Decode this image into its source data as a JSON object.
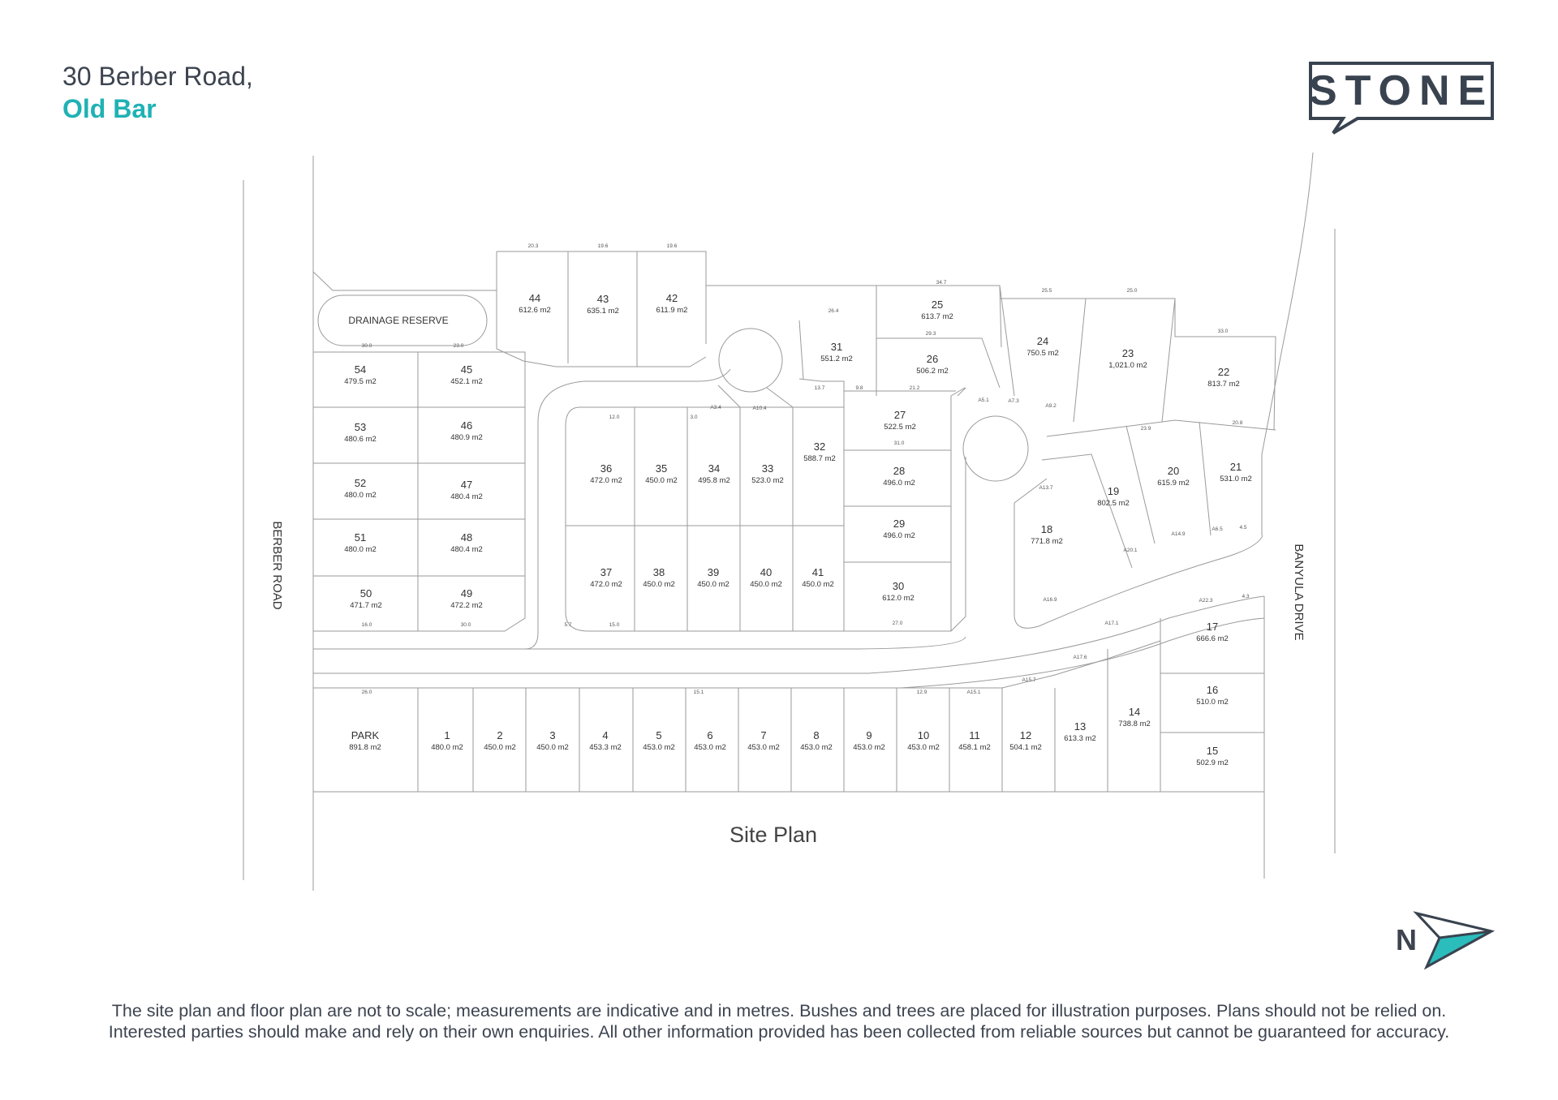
{
  "header": {
    "address_line1": "30 Berber Road,",
    "address_line2": "Old Bar",
    "logo_text": "STONE"
  },
  "colors": {
    "accent": "#1fb2b4",
    "text": "#3d4450",
    "lines": "#888888"
  },
  "plan": {
    "title": "Site Plan",
    "roads": {
      "west": "BERBER ROAD",
      "east": "BANYULA DRIVE"
    },
    "reserves": {
      "drainage": "DRAINAGE RESERVE"
    },
    "lots": [
      {
        "id": "44",
        "area": "612.6 m2"
      },
      {
        "id": "43",
        "area": "635.1 m2"
      },
      {
        "id": "42",
        "area": "611.9 m2"
      },
      {
        "id": "54",
        "area": "479.5 m2"
      },
      {
        "id": "45",
        "area": "452.1 m2"
      },
      {
        "id": "53",
        "area": "480.6 m2"
      },
      {
        "id": "46",
        "area": "480.9 m2"
      },
      {
        "id": "52",
        "area": "480.0 m2"
      },
      {
        "id": "47",
        "area": "480.4 m2"
      },
      {
        "id": "51",
        "area": "480.0 m2"
      },
      {
        "id": "48",
        "area": "480.4 m2"
      },
      {
        "id": "50",
        "area": "471.7 m2"
      },
      {
        "id": "49",
        "area": "472.2 m2"
      },
      {
        "id": "36",
        "area": "472.0 m2"
      },
      {
        "id": "35",
        "area": "450.0 m2"
      },
      {
        "id": "34",
        "area": "495.8 m2"
      },
      {
        "id": "33",
        "area": "523.0 m2"
      },
      {
        "id": "32",
        "area": "588.7 m2"
      },
      {
        "id": "31",
        "area": "551.2 m2"
      },
      {
        "id": "37",
        "area": "472.0 m2"
      },
      {
        "id": "38",
        "area": "450.0 m2"
      },
      {
        "id": "39",
        "area": "450.0 m2"
      },
      {
        "id": "40",
        "area": "450.0 m2"
      },
      {
        "id": "41",
        "area": "450.0 m2"
      },
      {
        "id": "25",
        "area": "613.7 m2"
      },
      {
        "id": "26",
        "area": "506.2 m2"
      },
      {
        "id": "27",
        "area": "522.5 m2"
      },
      {
        "id": "28",
        "area": "496.0 m2"
      },
      {
        "id": "29",
        "area": "496.0 m2"
      },
      {
        "id": "30",
        "area": "612.0 m2"
      },
      {
        "id": "24",
        "area": "750.5 m2"
      },
      {
        "id": "23",
        "area": "1,021.0 m2"
      },
      {
        "id": "22",
        "area": "813.7 m2"
      },
      {
        "id": "19",
        "area": "802.5 m2"
      },
      {
        "id": "20",
        "area": "615.9 m2"
      },
      {
        "id": "21",
        "area": "531.0 m2"
      },
      {
        "id": "18",
        "area": "771.8 m2"
      },
      {
        "id": "17",
        "area": "666.6 m2"
      },
      {
        "id": "16",
        "area": "510.0 m2"
      },
      {
        "id": "15",
        "area": "502.9 m2"
      },
      {
        "id": "PARK",
        "area": "891.8 m2"
      },
      {
        "id": "1",
        "area": "480.0 m2"
      },
      {
        "id": "2",
        "area": "450.0 m2"
      },
      {
        "id": "3",
        "area": "450.0 m2"
      },
      {
        "id": "4",
        "area": "453.3 m2"
      },
      {
        "id": "5",
        "area": "453.0 m2"
      },
      {
        "id": "6",
        "area": "453.0 m2"
      },
      {
        "id": "7",
        "area": "453.0 m2"
      },
      {
        "id": "8",
        "area": "453.0 m2"
      },
      {
        "id": "9",
        "area": "453.0 m2"
      },
      {
        "id": "10",
        "area": "453.0 m2"
      },
      {
        "id": "11",
        "area": "458.1 m2"
      },
      {
        "id": "12",
        "area": "504.1 m2"
      },
      {
        "id": "13",
        "area": "613.3 m2"
      },
      {
        "id": "14",
        "area": "738.8 m2"
      }
    ],
    "dimensions": [
      "20.3",
      "19.6",
      "19.6",
      "30.0",
      "23.0",
      "16.0",
      "30.0",
      "26.0",
      "15.0",
      "15.1",
      "12.9",
      "12.0",
      "3.0",
      "26.4",
      "34.7",
      "25.5",
      "25.0",
      "33.0",
      "29.3",
      "31.0",
      "27.0",
      "20.8",
      "23.9",
      "13.7",
      "9.8",
      "21.2",
      "5.7",
      "4.3",
      "4.5",
      "A22.3",
      "A15.1",
      "A15.7",
      "A17.6",
      "A17.1",
      "A10.4",
      "A3.4",
      "A5.1",
      "A7.3",
      "A9.2",
      "A13.7",
      "A16.9",
      "A20.1",
      "A14.9",
      "A6.5"
    ]
  },
  "footer": {
    "line1": "The site plan and floor plan are not to scale; measurements are indicative and in metres. Bushes and trees are placed for illustration purposes. Plans should not be relied on.",
    "line2": "Interested parties should make and rely on their own enquiries. All other information provided has been collected from reliable sources but cannot be guaranteed for accuracy."
  },
  "compass": {
    "label": "N"
  }
}
